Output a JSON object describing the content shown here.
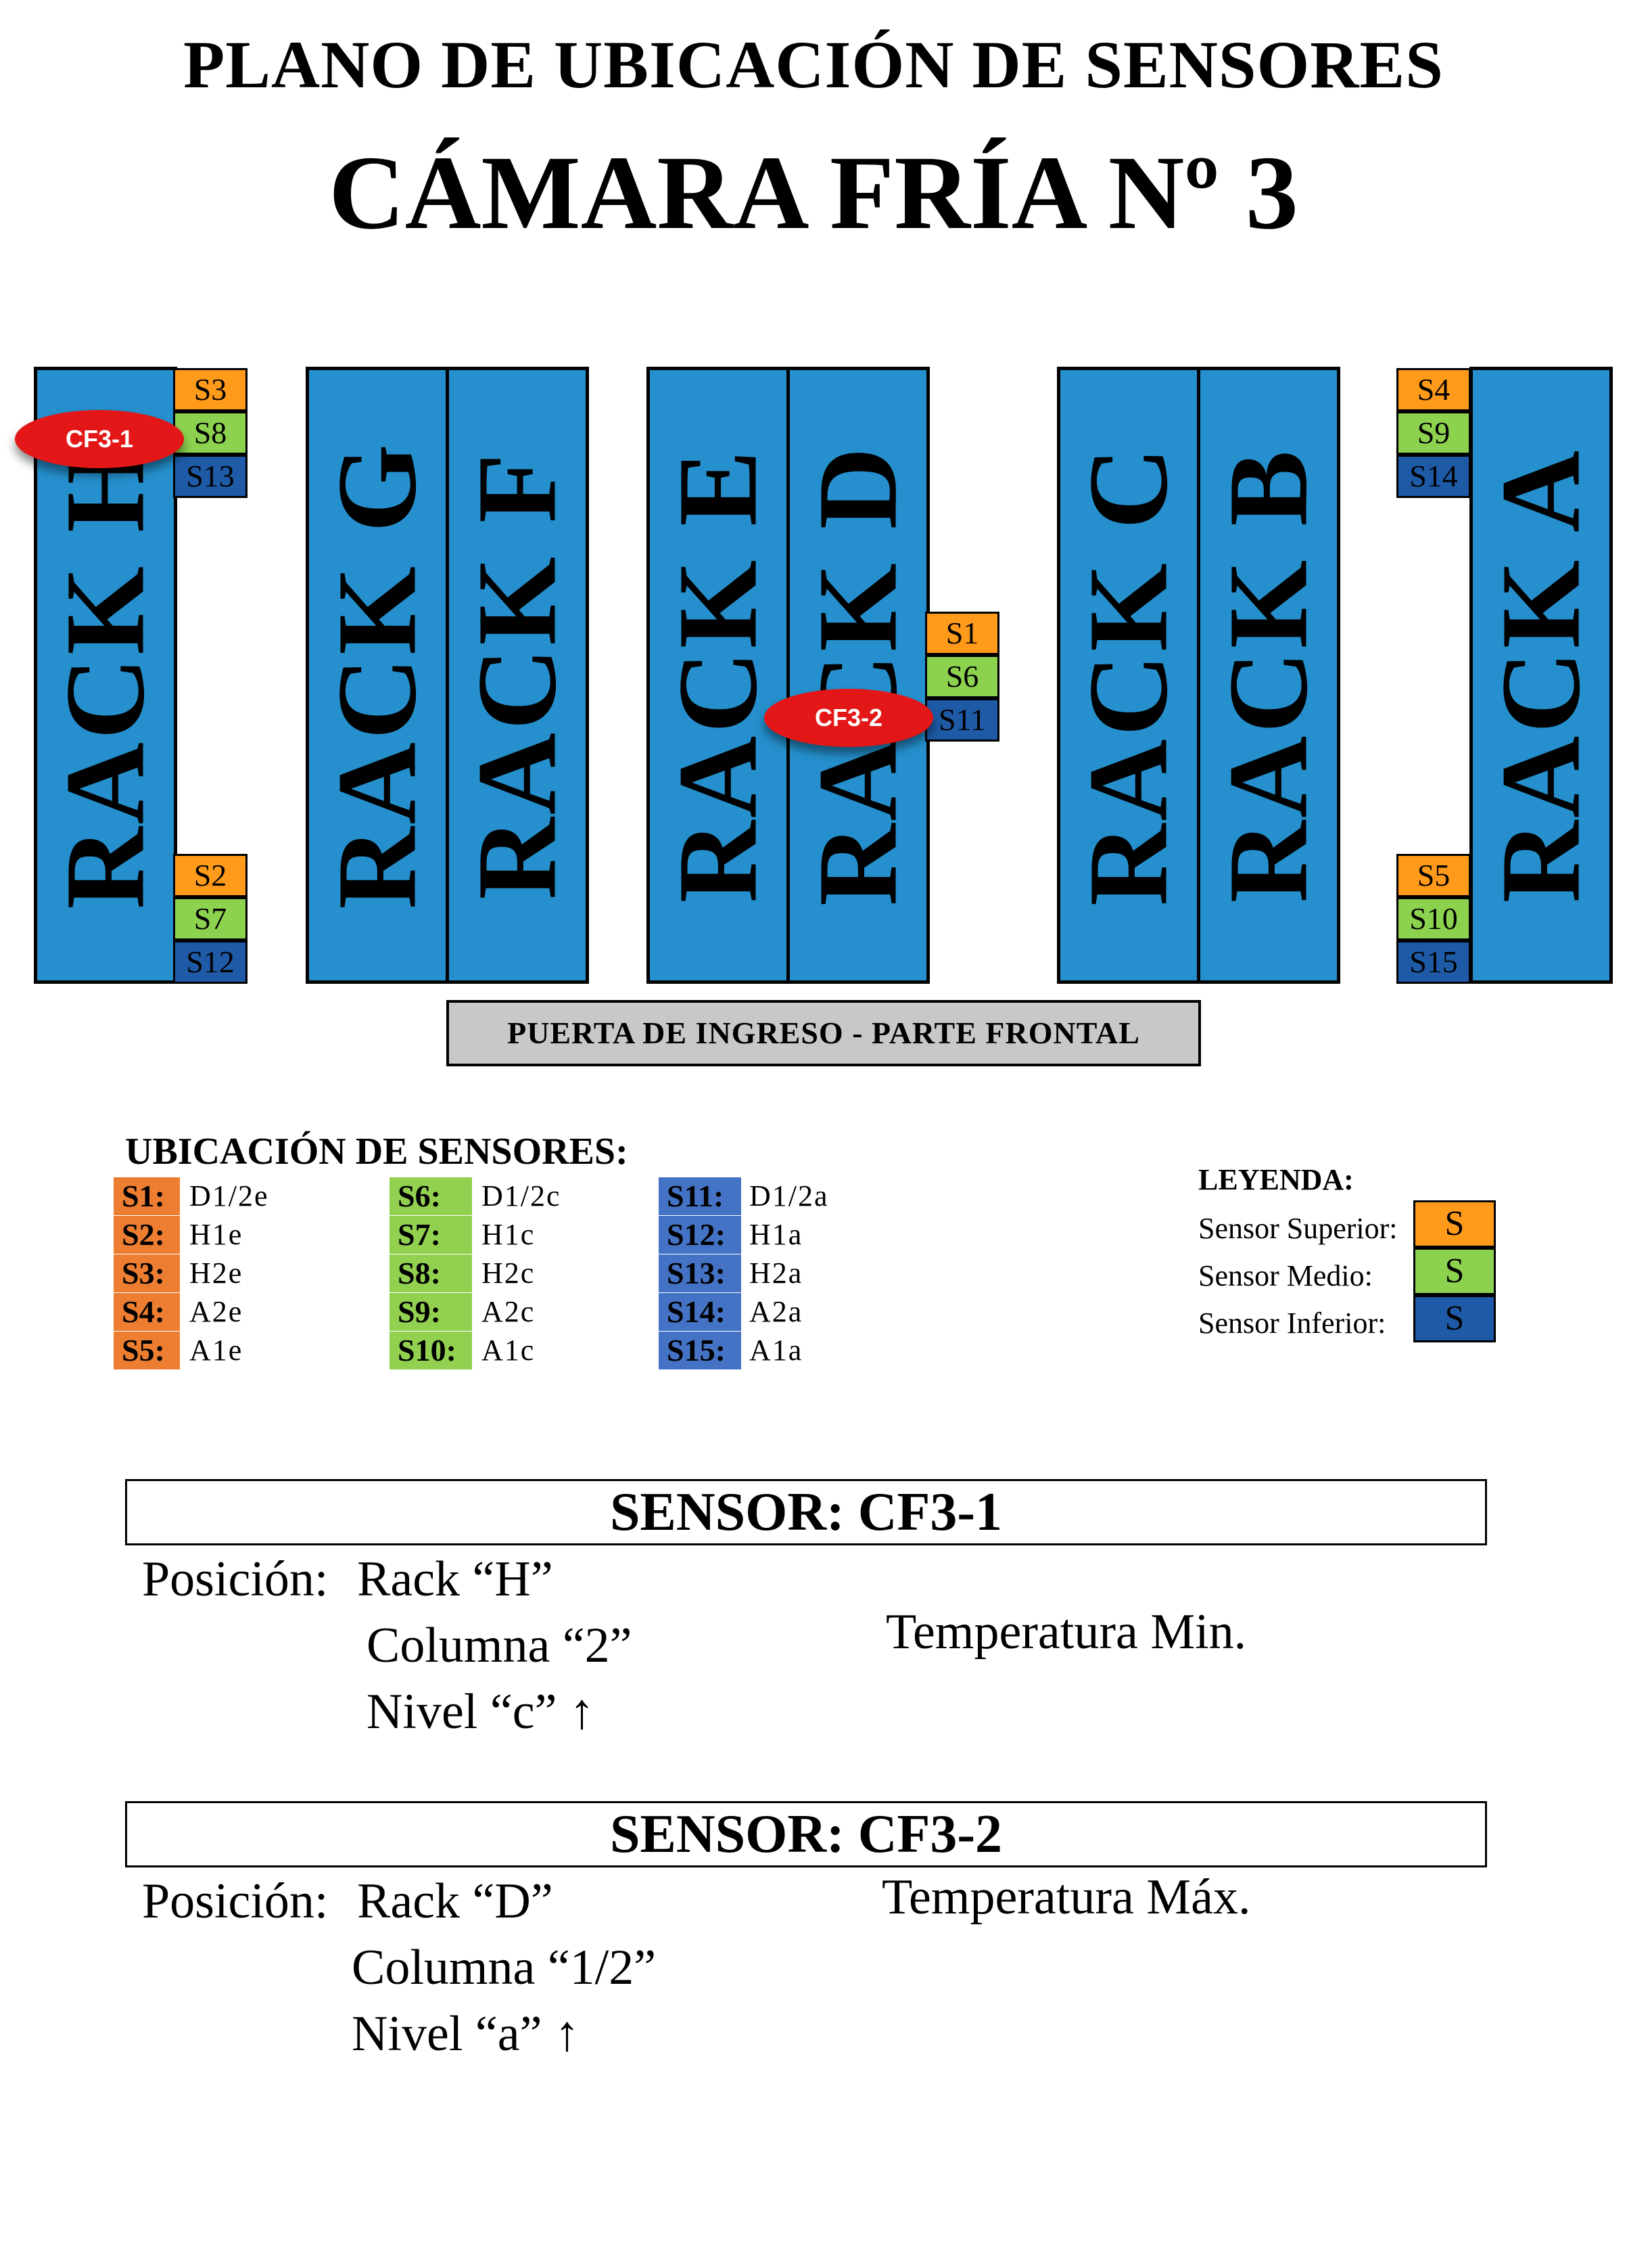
{
  "title": "PLANO DE UBICACIÓN DE SENSORES",
  "subtitle": "CÁMARA FRÍA Nº 3",
  "racks": {
    "h": "RACK H",
    "g": "RACK G",
    "f": "RACK F",
    "e": "RACK E",
    "d": "RACK D",
    "c": "RACK C",
    "b": "RACK B",
    "a": "RACK A"
  },
  "sensor_boxes": {
    "s1": "S1",
    "s2": "S2",
    "s3": "S3",
    "s4": "S4",
    "s5": "S5",
    "s6": "S6",
    "s7": "S7",
    "s8": "S8",
    "s9": "S9",
    "s10": "S10",
    "s11": "S11",
    "s12": "S12",
    "s13": "S13",
    "s14": "S14",
    "s15": "S15"
  },
  "markers": {
    "cf3_1": "CF3-1",
    "cf3_2": "CF3-2"
  },
  "door": "PUERTA DE INGRESO - PARTE FRONTAL",
  "ubicacion": {
    "title": "UBICACIÓN DE SENSORES:",
    "superior": [
      {
        "code": "S1:",
        "value": "D1/2e"
      },
      {
        "code": "S2:",
        "value": "H1e"
      },
      {
        "code": "S3:",
        "value": "H2e"
      },
      {
        "code": "S4:",
        "value": "A2e"
      },
      {
        "code": "S5:",
        "value": "A1e"
      }
    ],
    "medio": [
      {
        "code": "S6:",
        "value": "D1/2c"
      },
      {
        "code": "S7:",
        "value": "H1c"
      },
      {
        "code": "S8:",
        "value": "H2c"
      },
      {
        "code": "S9:",
        "value": "A2c"
      },
      {
        "code": "S10:",
        "value": "A1c"
      }
    ],
    "inferior": [
      {
        "code": "S11:",
        "value": "D1/2a"
      },
      {
        "code": "S12:",
        "value": "H1a"
      },
      {
        "code": "S13:",
        "value": "H2a"
      },
      {
        "code": "S14:",
        "value": "A2a"
      },
      {
        "code": "S15:",
        "value": "A1a"
      }
    ]
  },
  "legend": {
    "title": "LEYENDA:",
    "items": [
      {
        "label": "Sensor Superior:",
        "symbol": "S",
        "color": "#ff9a1a"
      },
      {
        "label": "Sensor Medio:",
        "symbol": "S",
        "color": "#8dd24f"
      },
      {
        "label": "Sensor Inferior:",
        "symbol": "S",
        "color": "#1f5aa6"
      }
    ]
  },
  "sensors": [
    {
      "header": "SENSOR: CF3-1",
      "position_label": "Posición:",
      "rack": "Rack “H”",
      "column": "Columna “2”",
      "level": "Nivel “c” ↑",
      "note": "Temperatura Min."
    },
    {
      "header": "SENSOR: CF3-2",
      "position_label": "Posición:",
      "rack": "Rack “D”",
      "column": "Columna “1/2”",
      "level": "Nivel “a” ↑",
      "note": "Temperatura Máx."
    }
  ],
  "colors": {
    "rack": "#2590cd",
    "sensor_superior": "#ff9a1a",
    "sensor_medio": "#8dd24f",
    "sensor_inferior": "#1f5aa6",
    "marker": "#e31717",
    "door": "#c8c8c8"
  }
}
